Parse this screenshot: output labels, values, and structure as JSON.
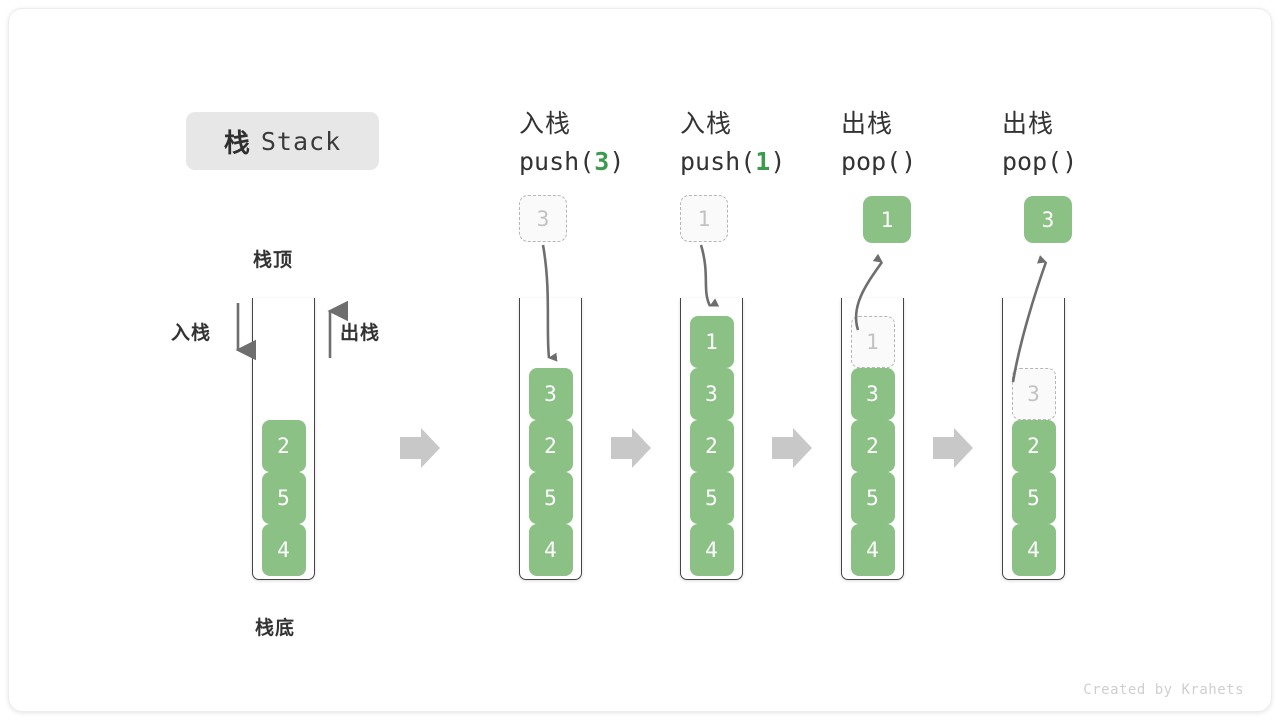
{
  "title": {
    "cn": "栈",
    "en": "Stack"
  },
  "labels": {
    "top": "栈顶",
    "bottom": "栈底",
    "push": "入栈",
    "pop": "出栈"
  },
  "initial_stack": {
    "cells": [
      "2",
      "5",
      "4"
    ]
  },
  "columns": [
    {
      "head_cn": "入栈",
      "code_prefix": "push(",
      "code_arg": "3",
      "code_suffix": ")",
      "op": "push",
      "float_value": "3",
      "float_kind": "ghost",
      "cells": [
        "3",
        "2",
        "5",
        "4"
      ],
      "ghost_cell_index": -1
    },
    {
      "head_cn": "入栈",
      "code_prefix": "push(",
      "code_arg": "1",
      "code_suffix": ")",
      "op": "push",
      "float_value": "1",
      "float_kind": "ghost",
      "cells": [
        "1",
        "3",
        "2",
        "5",
        "4"
      ],
      "ghost_cell_index": -1
    },
    {
      "head_cn": "出栈",
      "code_prefix": "pop(",
      "code_arg": "",
      "code_suffix": ")",
      "op": "pop",
      "float_value": "1",
      "float_kind": "solid",
      "cells": [
        "1",
        "3",
        "2",
        "5",
        "4"
      ],
      "ghost_cell_index": 0
    },
    {
      "head_cn": "出栈",
      "code_prefix": "pop(",
      "code_arg": "",
      "code_suffix": ")",
      "op": "pop",
      "float_value": "3",
      "float_kind": "solid",
      "cells": [
        "3",
        "2",
        "5",
        "4"
      ],
      "ghost_cell_index": 0
    }
  ],
  "separators": [
    "step-arrow",
    "step-arrow",
    "step-arrow",
    "step-arrow"
  ],
  "watermark": "Created by Krahets",
  "colors": {
    "green_fill": "#8cc185",
    "green_text": "#3c9a4e",
    "chip_bg": "#e7e7e7",
    "arrow_gray": "#c8c8c8",
    "curve_gray": "#6e6e6e",
    "ghost_border": "#b6b6b6"
  }
}
